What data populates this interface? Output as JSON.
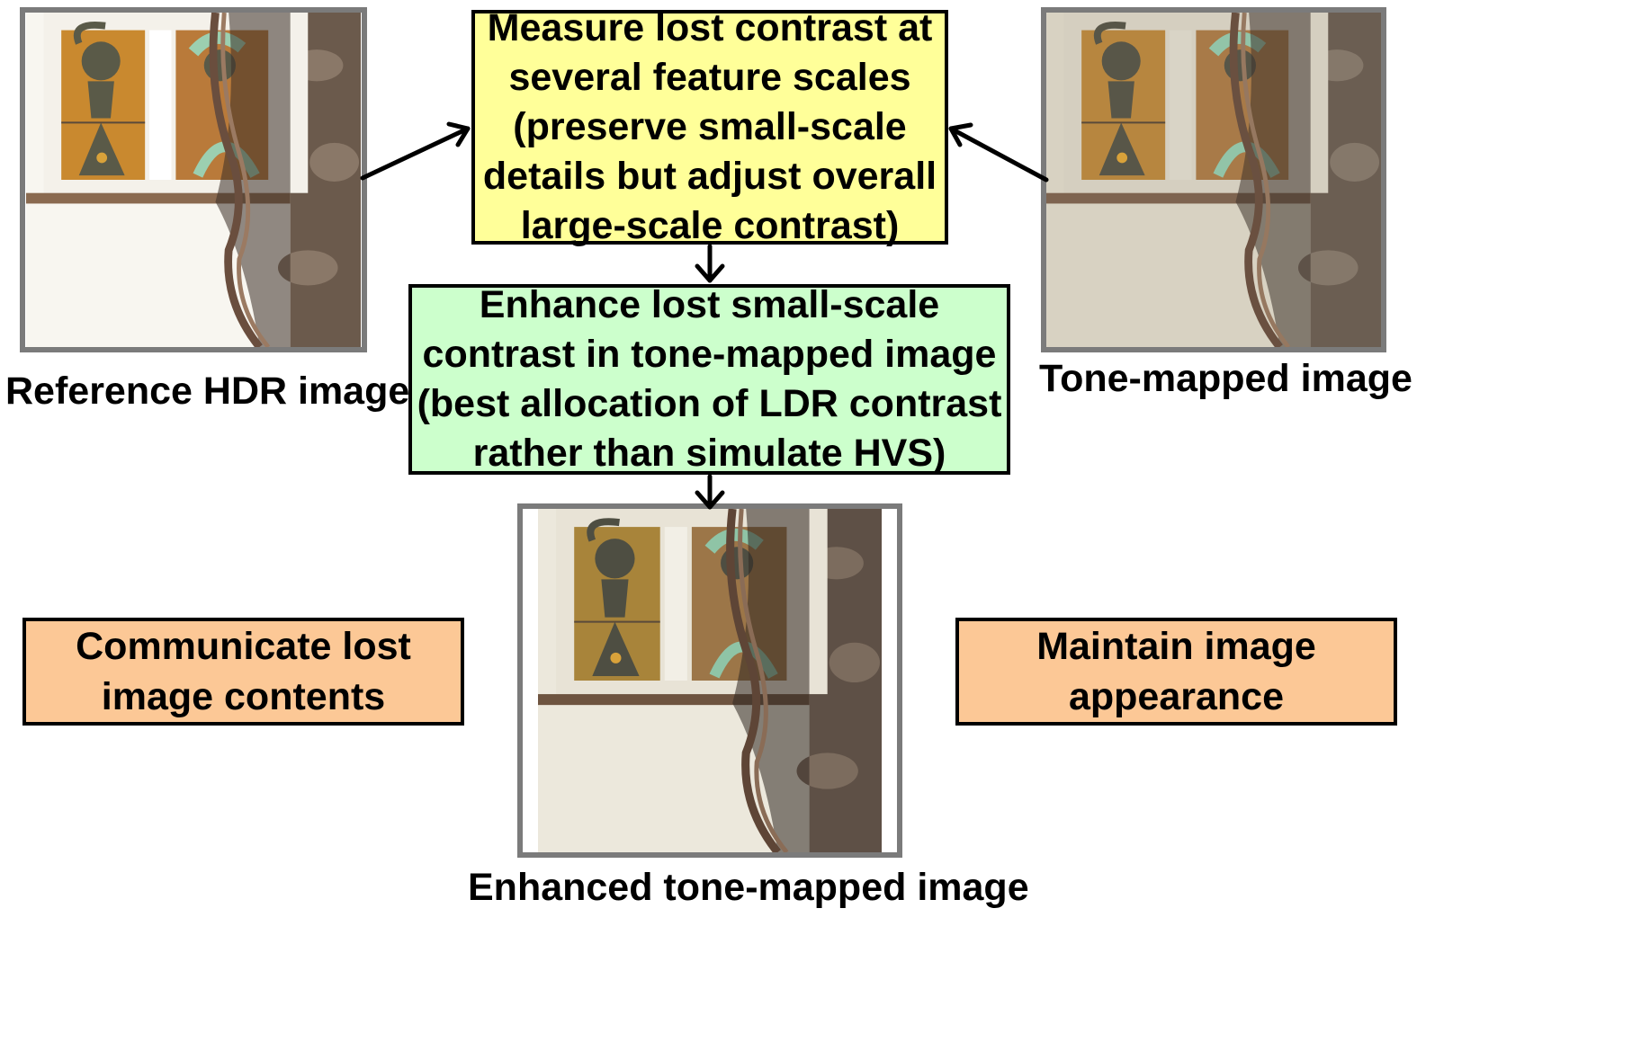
{
  "images": {
    "reference": {
      "caption": "Reference HDR image"
    },
    "tone_mapped": {
      "caption": "Tone-mapped image"
    },
    "enhanced": {
      "caption": "Enhanced tone-mapped image"
    }
  },
  "boxes": {
    "measure": {
      "lines": [
        "Measure lost contrast at",
        "several feature scales",
        "(preserve small-scale",
        "details but adjust overall",
        "large-scale contrast)"
      ]
    },
    "enhance": {
      "lines": [
        "Enhance lost small-scale",
        "contrast in tone-mapped image",
        "(best allocation of LDR contrast",
        "rather than simulate HVS)"
      ]
    },
    "communicate": {
      "lines": [
        "Communicate lost",
        "image contents"
      ]
    },
    "maintain": {
      "lines": [
        "Maintain image",
        "appearance"
      ]
    }
  },
  "colors": {
    "measure_box": "#ffff99",
    "enhance_box": "#ccffcc",
    "goal_boxes": "#fcc896"
  }
}
